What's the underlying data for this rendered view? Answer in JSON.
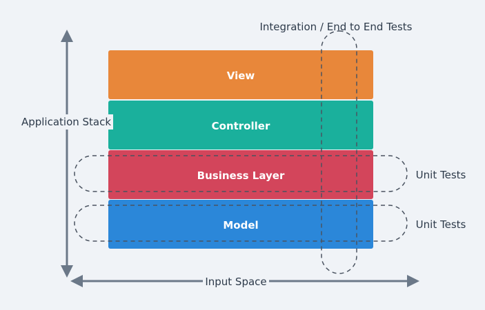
{
  "diagram": {
    "layers": [
      {
        "label": "View",
        "color": "#e8873a"
      },
      {
        "label": "Controller",
        "color": "#1ab09c"
      },
      {
        "label": "Business Layer",
        "color": "#d3455b"
      },
      {
        "label": "Model",
        "color": "#2b87d9"
      }
    ],
    "axes": {
      "vertical_label": "Application Stack",
      "horizontal_label": "Input Space",
      "color": "#6b7888"
    },
    "test_labels": {
      "integration": "Integration / End to End Tests",
      "unit_business": "Unit Tests",
      "unit_model": "Unit Tests"
    },
    "colors": {
      "background": "#f0f3f7",
      "dashed": "#4a5360",
      "text": "#2d3a4a"
    }
  }
}
